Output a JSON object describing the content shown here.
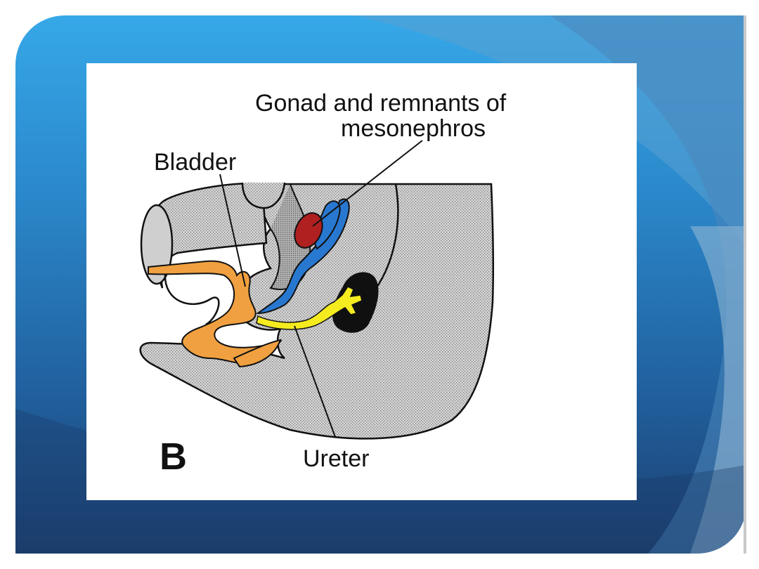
{
  "slide": {
    "background_top": "#36a8e8",
    "background_bottom": "#1c3f6e",
    "accent_wave": "#6fa9d0"
  },
  "diagram": {
    "labels": {
      "gonad_line1": "Gonad and remnants of",
      "gonad_line2": "mesonephros",
      "bladder": "Bladder",
      "ureter": "Ureter",
      "panel_letter": "B"
    },
    "colors": {
      "bladder": "#f0a040",
      "gonad": "#b02020",
      "mesonephros": "#2878d0",
      "ureter": "#f5ec20",
      "kidney": "#101010",
      "tissue": "#c8c8c8"
    }
  }
}
